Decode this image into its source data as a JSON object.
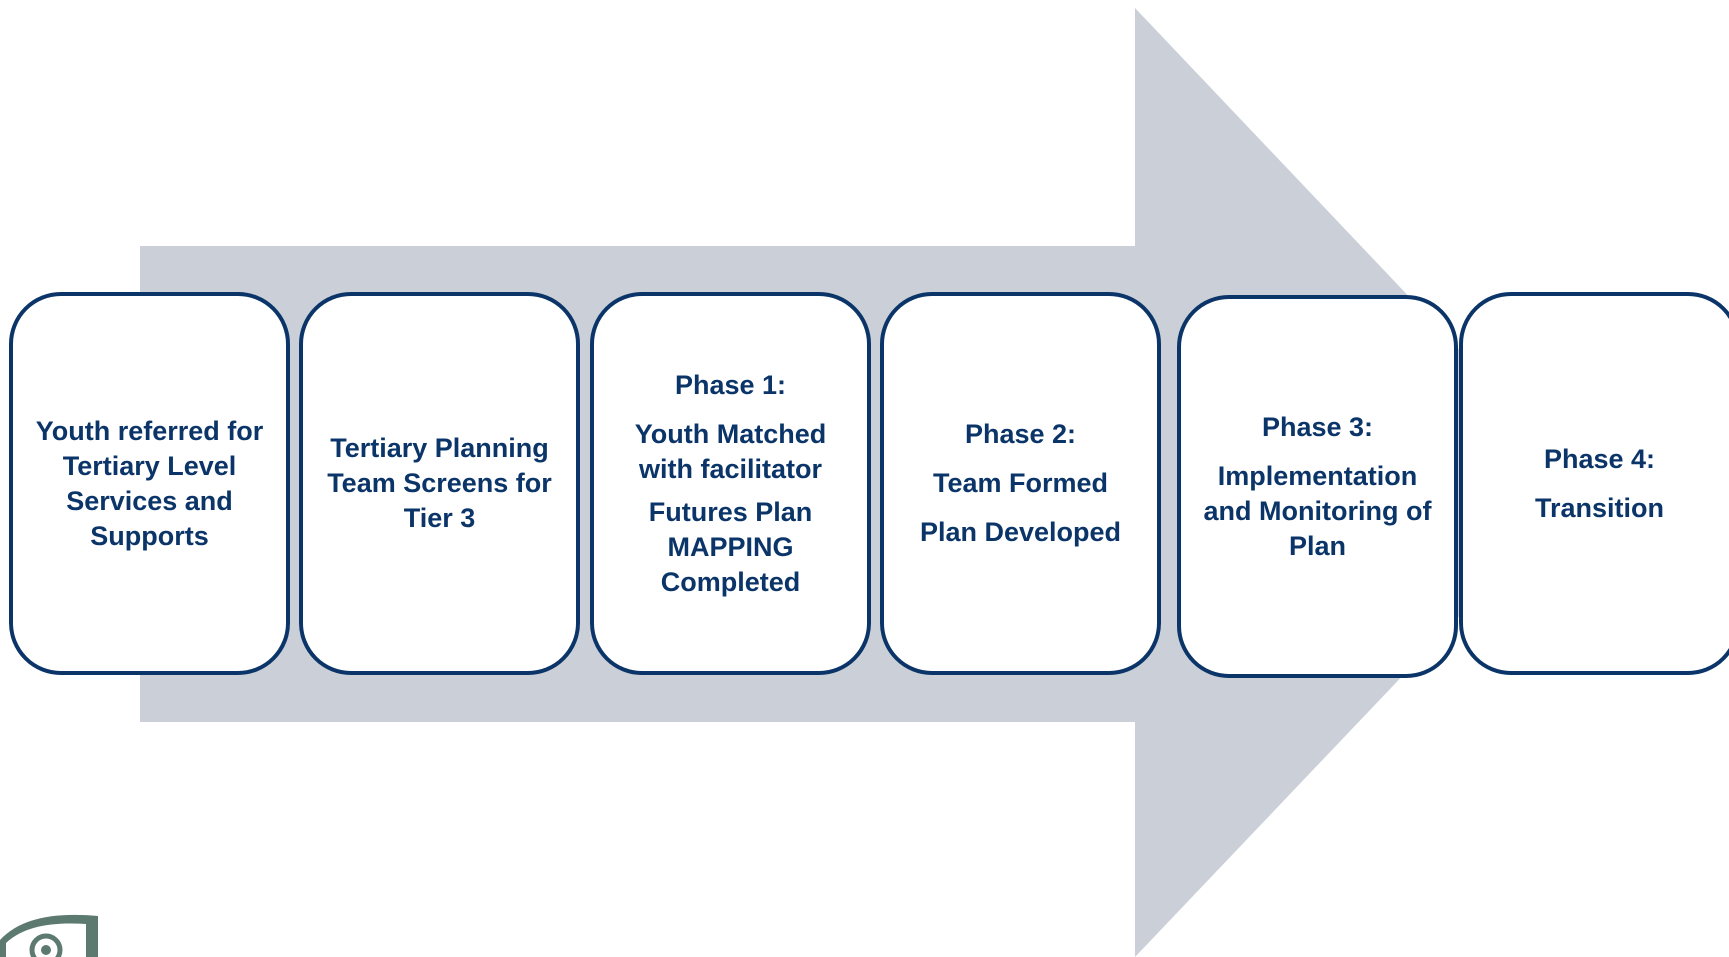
{
  "colors": {
    "arrow_fill": "#cbd0d8",
    "box_border": "#0b3568",
    "box_text": "#0b3568",
    "box_fill": "#ffffff",
    "logo_color": "#5d7a70"
  },
  "steps": [
    {
      "paragraphs": [
        "Youth referred for Tertiary Level Services and Supports"
      ]
    },
    {
      "paragraphs": [
        "Tertiary Planning Team Screens for Tier 3"
      ]
    },
    {
      "paragraphs": [
        "Phase 1:",
        "Youth Matched with facilitator",
        "Futures Plan MAPPING Completed"
      ]
    },
    {
      "paragraphs": [
        "Phase 2:",
        "Team Formed",
        "Plan Developed"
      ]
    },
    {
      "paragraphs": [
        "Phase 3:",
        "Implementation and Monitoring of Plan"
      ]
    },
    {
      "paragraphs": [
        "Phase 4:",
        "Transition"
      ]
    }
  ],
  "icons": {
    "arrow": "right-arrow-shape",
    "logo": "seal-logo-partial"
  }
}
